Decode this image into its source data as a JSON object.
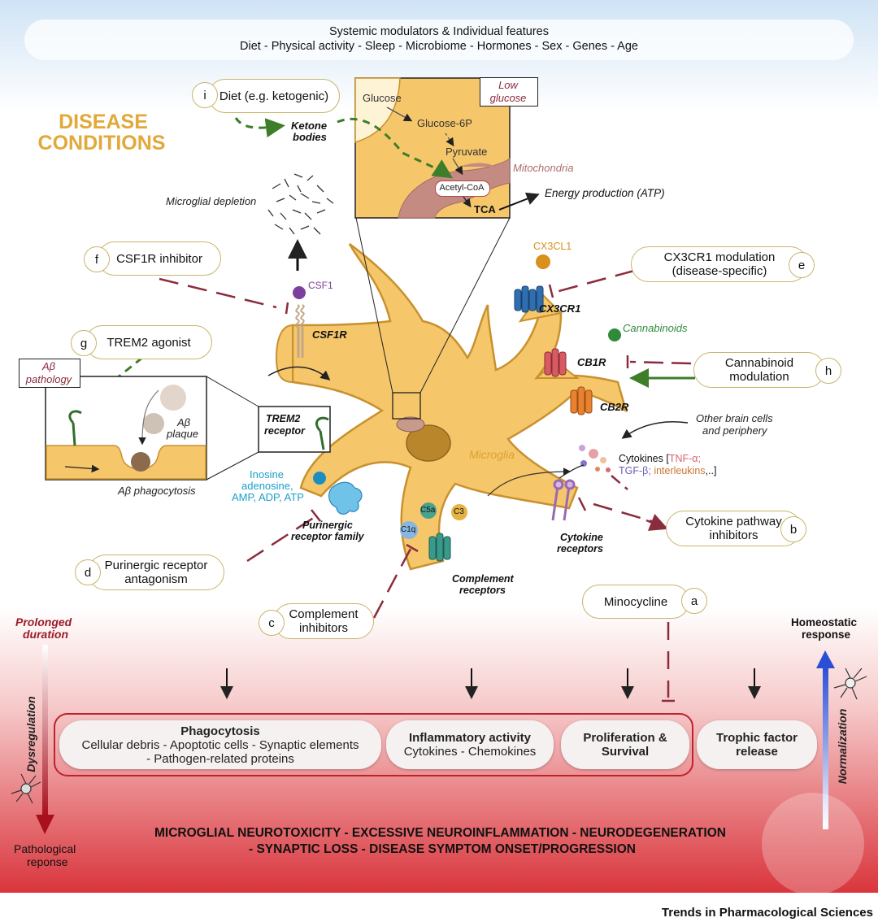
{
  "header": {
    "title": "Systemic modulators & Individual features",
    "subtitle": "Diet - Physical activity - Sleep -  Microbiome - Hormones - Sex - Genes - Age"
  },
  "disease_conditions": [
    "DISEASE",
    "CONDITIONS"
  ],
  "interventions": {
    "i": {
      "letter": "i",
      "label": "Diet (e.g. ketogenic)"
    },
    "f": {
      "letter": "f",
      "label": "CSF1R inhibitor"
    },
    "g": {
      "letter": "g",
      "label": "TREM2 agonist"
    },
    "e": {
      "letter": "e",
      "line1": "CX3CR1 modulation",
      "line2": "(disease-specific)"
    },
    "h": {
      "letter": "h",
      "line1": "Cannabinoid",
      "line2": "modulation"
    },
    "b": {
      "letter": "b",
      "line1": "Cytokine pathway",
      "line2": "inhibitors"
    },
    "d": {
      "letter": "d",
      "line1": "Purinergic receptor",
      "line2": "antagonism"
    },
    "c": {
      "letter": "c",
      "line1": "Complement",
      "line2": "inhibitors"
    },
    "a": {
      "letter": "a",
      "label": "Minocycline"
    }
  },
  "metabolism": {
    "low_glucose": [
      "Low",
      "glucose"
    ],
    "glucose": "Glucose",
    "glucose6p": "Glucose-6P",
    "pyruvate": "Pyruvate",
    "mitochondria": "Mitochondria",
    "acetyl_coa": "Acetyl-CoA",
    "tca": "TCA",
    "energy": "Energy production (ATP)",
    "ketone": [
      "Ketone",
      "bodies"
    ]
  },
  "labels": {
    "microglial_depletion": "Microglial depletion",
    "csf1": "CSF1",
    "csf1r": "CSF1R",
    "cx3cl1": "CX3CL1",
    "cx3cr1": "CX3CR1",
    "cannabinoids": "Cannabinoids",
    "cb1r": "CB1R",
    "cb2r": "CB2R",
    "other_cells": [
      "Other brain cells",
      "and periphery"
    ],
    "cytokines_prefix": "Cytokines [",
    "tnf": "TNF-α;",
    "tgf": "TGF-β;",
    "interleukins": "interleukins",
    "cytokines_suffix": ",..]",
    "microglia": "Microglia",
    "cytokine_receptors": [
      "Cytokine",
      "receptors"
    ],
    "purines": [
      "Inosine",
      "adenosine,",
      "AMP, ADP, ATP"
    ],
    "purinergic": [
      "Purinergic",
      "receptor family"
    ],
    "complement_receptors": [
      "Complement",
      "receptors"
    ],
    "c5a": "C5a",
    "c3": "C3",
    "c1q": "C1q",
    "abeta_pathology": [
      "Aβ",
      "pathology"
    ],
    "abeta_plaque": [
      "Aβ",
      "plaque"
    ],
    "abeta_phagocytosis": "Aβ phagocytosis",
    "trem2_receptor": [
      "TREM2",
      "receptor"
    ]
  },
  "bottom": {
    "prolonged": [
      "Prolonged",
      "duration"
    ],
    "dysregulation": "Dysregulation",
    "pathological": [
      "Pathological",
      "reponse"
    ],
    "homeostatic": [
      "Homeostatic",
      "response"
    ],
    "normalization": "Normalization",
    "phagocytosis_title": "Phagocytosis",
    "phagocytosis_line1": "Cellular debris - Apoptotic cells - Synaptic elements",
    "phagocytosis_line2": "- Pathogen-related proteins",
    "inflammatory_title": "Inflammatory activity",
    "inflammatory_line": "Cytokines - Chemokines",
    "proliferation": [
      "Proliferation &",
      "Survival"
    ],
    "trophic": [
      "Trophic factor",
      "release"
    ],
    "outcome_line1": "MICROGLIAL NEUROTOXICITY - EXCESSIVE NEUROINFLAMMATION - NEURODEGENERATION",
    "outcome_line2": "- SYNAPTIC LOSS - DISEASE SYMPTOM ONSET/PROGRESSION"
  },
  "footer": "Trends in Pharmacological Sciences",
  "colors": {
    "gold": "#e2a83a",
    "cell_fill": "#f5c66a",
    "cell_stroke": "#c8912e",
    "inhibit": "#8b2c3c",
    "green": "#3e7d2a",
    "red_bottom": "#d8333b"
  }
}
